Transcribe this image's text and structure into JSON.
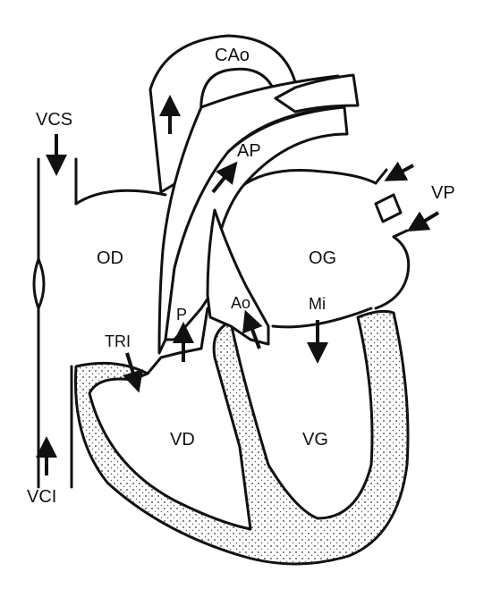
{
  "labels": {
    "cao": "CAo",
    "vcs": "VCS",
    "ap": "AP",
    "vp": "VP",
    "od": "OD",
    "og": "OG",
    "p": "P",
    "ao": "Ao",
    "mi": "Mi",
    "tri": "TRI",
    "vd": "VD",
    "vg": "VG",
    "vci": "VCI"
  }
}
